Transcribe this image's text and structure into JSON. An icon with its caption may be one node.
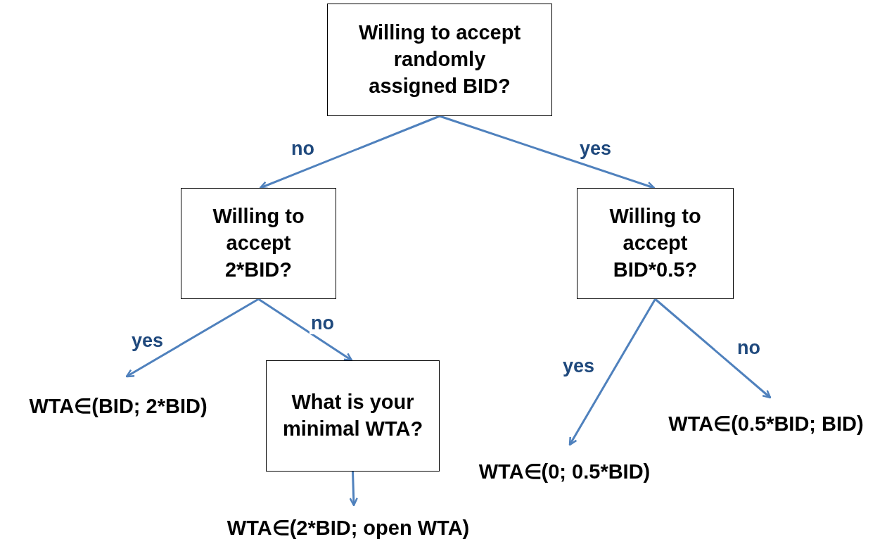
{
  "diagram": {
    "nodes": [
      {
        "text": [
          "Willing to accept randomly assigned BID?"
        ]
      },
      {
        "text": [
          "Willing to accept 2*BID?"
        ]
      },
      {
        "text": [
          "Willing to accept BID*0.5?"
        ]
      },
      {
        "text": [
          "WTA∈(BID; 2*BID)"
        ]
      },
      {
        "text": [
          "What is your minimal WTA?"
        ]
      },
      {
        "text": [
          "WTA∈(2*BID; open WTA)"
        ]
      },
      {
        "text": [
          "WTA∈(0; 0.5*BID)"
        ]
      },
      {
        "text": [
          "WTA∈(0.5*BID; BID)"
        ]
      }
    ],
    "edges": [
      {
        "from": 0,
        "to": 1,
        "arrow": "to",
        "label": "no"
      },
      {
        "from": 0,
        "to": 2,
        "arrow": "to",
        "label": "yes"
      },
      {
        "from": 1,
        "to": 3,
        "arrow": "to",
        "label": "yes"
      },
      {
        "from": 1,
        "to": 4,
        "arrow": "to",
        "label": "no"
      },
      {
        "from": 4,
        "to": 5,
        "arrow": "to"
      },
      {
        "from": 2,
        "to": 6,
        "arrow": "to",
        "label": "yes"
      },
      {
        "from": 2,
        "to": 7,
        "arrow": "to",
        "label": "no"
      }
    ]
  }
}
